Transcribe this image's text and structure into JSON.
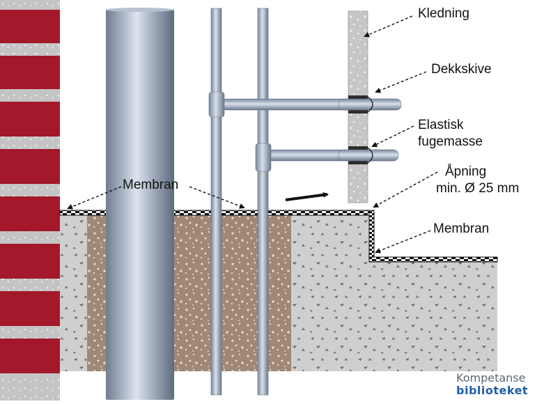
{
  "labels": {
    "kledning": "Kledning",
    "dekkskive": "Dekkskive",
    "elastisk_line1": "Elastisk",
    "elastisk_line2": "fugemasse",
    "apning_line1": "Åpning",
    "apning_line2": "min. Ø 25 mm",
    "membran_left": "Membran",
    "membran_right": "Membran"
  },
  "logo": {
    "line1": "Kompetanse",
    "line2": "biblioteket"
  },
  "colors": {
    "brick": "#a3182a",
    "mortar": "#c4c4c4",
    "soil": "#a08876",
    "concrete": "#cfcfcf",
    "pipe": "#a9b5c5",
    "membrane": "#111111",
    "cladding": "#c8c8c8"
  }
}
